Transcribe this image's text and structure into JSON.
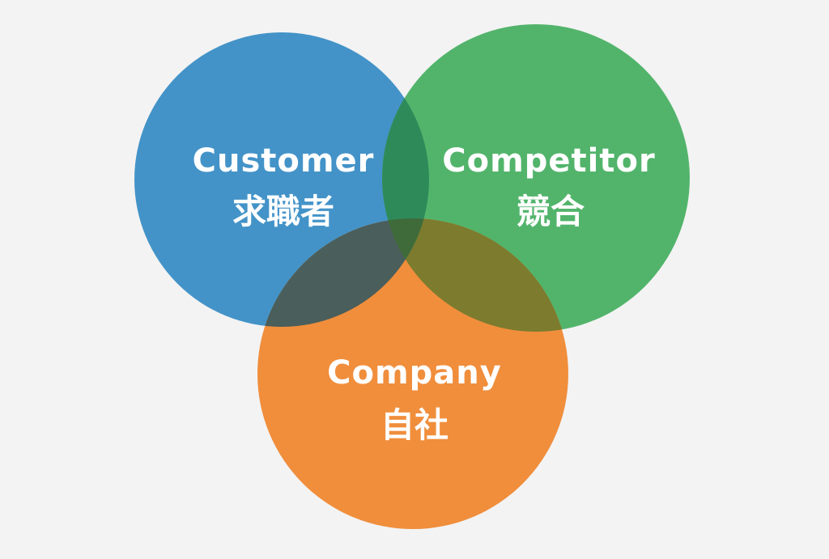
{
  "diagram": {
    "type": "venn-3c",
    "circles": [
      {
        "key": "customer",
        "english": "Customer",
        "japanese": "求職者",
        "color": "#4393C8"
      },
      {
        "key": "competitor",
        "english": "Competitor",
        "japanese": "競合",
        "color": "#52B46B"
      },
      {
        "key": "company",
        "english": "Company",
        "japanese": "自社",
        "color": "#F08E3C"
      }
    ],
    "overlap_colors": {
      "customer_company": "#4A5E5B",
      "competitor_company": "#7C7B2E",
      "customer_competitor": "#2F8A5A",
      "all_three": "#3F6A3A"
    },
    "background": "#F3F3F3"
  }
}
